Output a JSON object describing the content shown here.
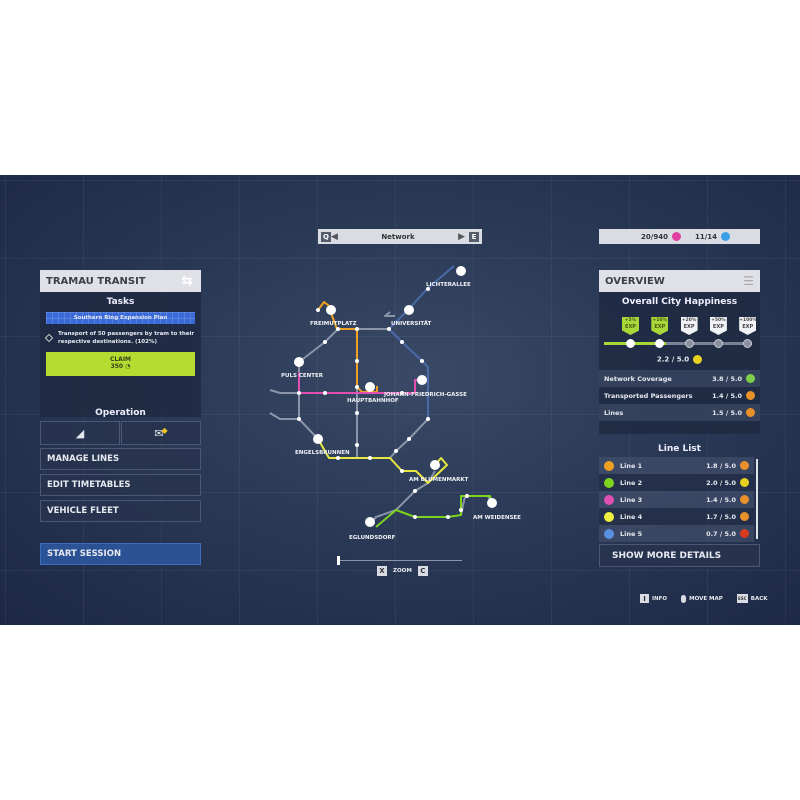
{
  "top_bar": {
    "prev_key": "Q",
    "title": "Network",
    "next_key": "E"
  },
  "resources": {
    "money": "20/940",
    "vehicles": "11/14",
    "money_color": "#e040a0",
    "vehicles_color": "#3aa0e8"
  },
  "left": {
    "company": "TRAMAU TRANSIT",
    "tasks_title": "Tasks",
    "task_name": "Southern Ring Expansion Plan",
    "task_text": "Transport of 50 passengers by tram to their respective destinations. (102%)",
    "claim_label": "CLAIM",
    "claim_amount": "350",
    "operation_title": "Operation",
    "menu": [
      "MANAGE LINES",
      "EDIT TIMETABLES",
      "VEHICLE FLEET"
    ],
    "start": "START SESSION"
  },
  "overview": {
    "title": "OVERVIEW",
    "happiness_title": "Overall City Happiness",
    "rewards": [
      {
        "pct": "+5%",
        "exp": "EXP",
        "reached": true
      },
      {
        "pct": "+10%",
        "exp": "EXP",
        "reached": true
      },
      {
        "pct": "+20%",
        "exp": "EXP",
        "reached": false
      },
      {
        "pct": "+50%",
        "exp": "EXP",
        "reached": false
      },
      {
        "pct": "+100%",
        "exp": "EXP",
        "reached": false
      }
    ],
    "progress": 0.42,
    "score": "2.2 / 5.0",
    "metrics": [
      {
        "label": "Network Coverage",
        "value": "3.8 / 5.0",
        "color": "#7ed04a"
      },
      {
        "label": "Transported Passengers",
        "value": "1.4 / 5.0",
        "color": "#e8902a"
      },
      {
        "label": "Lines",
        "value": "1.5 / 5.0",
        "color": "#e8902a"
      }
    ]
  },
  "line_list": {
    "title": "Line List",
    "lines": [
      {
        "name": "Line 1",
        "value": "1.8 / 5.0",
        "color": "#f0a020",
        "mood": "#e8902a"
      },
      {
        "name": "Line 2",
        "value": "2.0 / 5.0",
        "color": "#7ed321",
        "mood": "#e8d020"
      },
      {
        "name": "Line 3",
        "value": "1.4 / 5.0",
        "color": "#e050b0",
        "mood": "#e8902a"
      },
      {
        "name": "Line 4",
        "value": "1.7 / 5.0",
        "color": "#f0f040",
        "mood": "#e8902a"
      },
      {
        "name": "Line 5",
        "value": "0.7 / 5.0",
        "color": "#5a90e0",
        "mood": "#d83a20"
      }
    ],
    "more": "SHOW MORE DETAILS"
  },
  "map": {
    "stations": [
      "LICHTERALLEE",
      "FREIMUTPLATZ",
      "UNIVERSITÄT",
      "PULS CENTER",
      "HAUPTBAHNHOF",
      "JOHANN-FRIEDRICH-GASSE",
      "ENGELSBRUNNEN",
      "AM BLUMENMARKT",
      "AM WEIDENSEE",
      "EGLUNDSDORF"
    ],
    "zoom_out_key": "X",
    "zoom_label": "ZOOM",
    "zoom_in_key": "C",
    "zoom_level": 0
  },
  "hints": [
    {
      "key": "I",
      "label": "INFO"
    },
    {
      "key": "",
      "label": "MOVE MAP"
    },
    {
      "key": "ESC",
      "label": "BACK"
    }
  ]
}
